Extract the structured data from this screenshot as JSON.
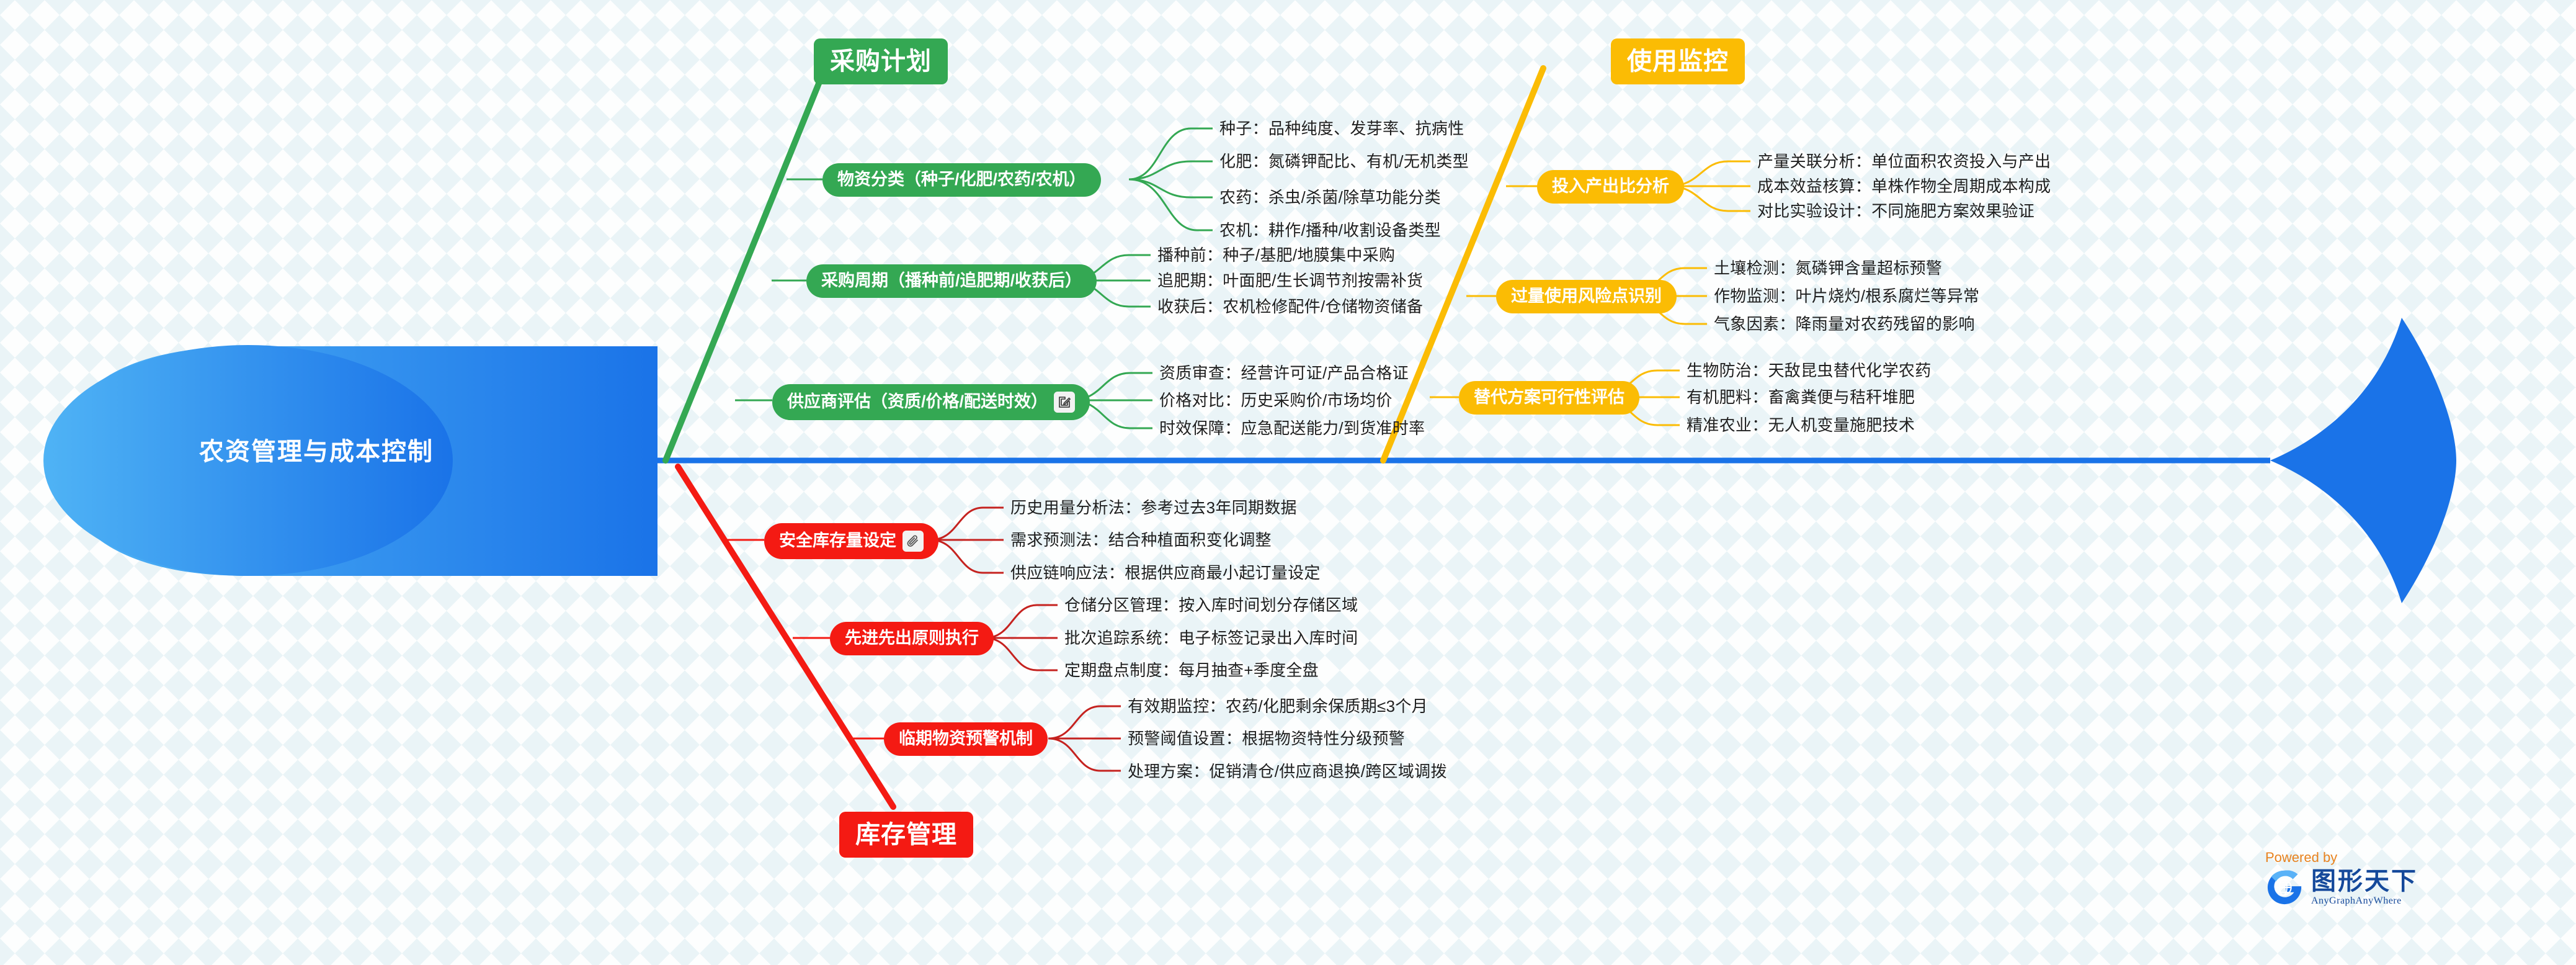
{
  "diagram": {
    "type": "fishbone",
    "head_title": "农资管理与成本控制",
    "colors": {
      "spine": "#1A73E8",
      "head": "#1A73E8",
      "green": "#34A853",
      "yellow": "#FBBC04",
      "red": "#F41A13",
      "leaf_text": "#1f1f1f",
      "background": "#fdfefe"
    },
    "categories": [
      {
        "id": "procurement-plan",
        "label": "采购计划",
        "color": "#34A853",
        "side": "top",
        "subtopics": [
          {
            "label": "物资分类（种子/化肥/农药/农机）",
            "icon": null,
            "leaves": [
              "种子：品种纯度、发芽率、抗病性",
              "化肥：氮磷钾配比、有机/无机类型",
              "农药：杀虫/杀菌/除草功能分类",
              "农机：耕作/播种/收割设备类型"
            ]
          },
          {
            "label": "采购周期（播种前/追肥期/收获后）",
            "icon": null,
            "leaves": [
              "播种前：种子/基肥/地膜集中采购",
              "追肥期：叶面肥/生长调节剂按需补货",
              "收获后：农机检修配件/仓储物资储备"
            ]
          },
          {
            "label": "供应商评估（资质/价格/配送时效）",
            "icon": "edit-icon",
            "leaves": [
              "资质审查：经营许可证/产品合格证",
              "价格对比：历史采购价/市场均价",
              "时效保障：应急配送能力/到货准时率"
            ]
          }
        ]
      },
      {
        "id": "usage-monitoring",
        "label": "使用监控",
        "color": "#FBBC04",
        "side": "top",
        "subtopics": [
          {
            "label": "投入产出比分析",
            "icon": null,
            "leaves": [
              "产量关联分析：单位面积农资投入与产出",
              "成本效益核算：单株作物全周期成本构成",
              "对比实验设计：不同施肥方案效果验证"
            ]
          },
          {
            "label": "过量使用风险点识别",
            "icon": null,
            "leaves": [
              "土壤检测：氮磷钾含量超标预警",
              "作物监测：叶片烧灼/根系腐烂等异常",
              "气象因素：降雨量对农药残留的影响"
            ]
          },
          {
            "label": "替代方案可行性评估",
            "icon": null,
            "leaves": [
              "生物防治：天敌昆虫替代化学农药",
              "有机肥料：畜禽粪便与秸秆堆肥",
              "精准农业：无人机变量施肥技术"
            ]
          }
        ]
      },
      {
        "id": "inventory-management",
        "label": "库存管理",
        "color": "#F41A13",
        "side": "bottom",
        "subtopics": [
          {
            "label": "安全库存量设定",
            "icon": "attachment-icon",
            "leaves": [
              "历史用量分析法：参考过去3年同期数据",
              "需求预测法：结合种植面积变化调整",
              "供应链响应法：根据供应商最小起订量设定"
            ]
          },
          {
            "label": "先进先出原则执行",
            "icon": null,
            "leaves": [
              "仓储分区管理：按入库时间划分存储区域",
              "批次追踪系统：电子标签记录出入库时间",
              "定期盘点制度：每月抽查+季度全盘"
            ]
          },
          {
            "label": "临期物资预警机制",
            "icon": null,
            "leaves": [
              "有效期监控：农药/化肥剩余保质期≤3个月",
              "预警阈值设置：根据物资特性分级预警",
              "处理方案：促销清仓/供应商退换/跨区域调拨"
            ]
          }
        ]
      }
    ]
  },
  "watermark": {
    "powered_by": "Powered by",
    "brand_cn": "图形天下",
    "brand_en": "AnyGraphAnyWhere"
  }
}
